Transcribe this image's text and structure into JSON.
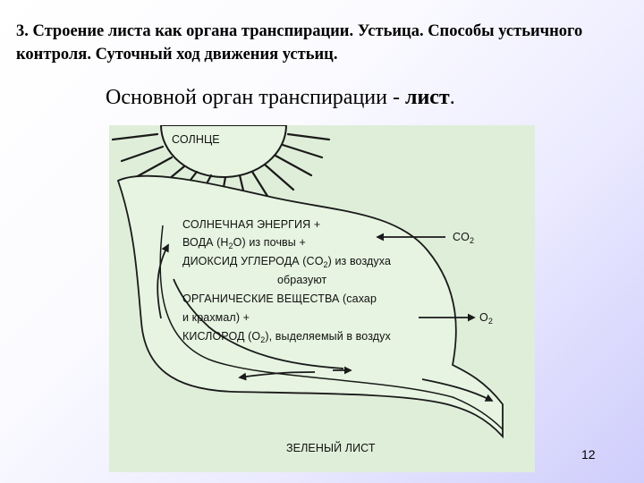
{
  "slide": {
    "heading": "3. Строение листа как органа транспирации. Устьица. Способы устьичного контроля. Суточный ход движения устьиц.",
    "subtitle_prefix": "Основной орган транспирации - ",
    "subtitle_bold": "лист",
    "subtitle_suffix": ".",
    "slide_number": "12"
  },
  "diagram": {
    "sun_label": "СОЛНЦЕ",
    "line1": "СОЛНЕЧНАЯ ЭНЕРГИЯ +",
    "line2_a": "ВОДА (H",
    "line2_sub": "2",
    "line2_b": "O) из почвы +",
    "line3_a": "ДИОКСИД УГЛЕРОДА (CO",
    "line3_sub": "2",
    "line3_b": ") из воздуха",
    "line4": "образуют",
    "line5": "ОРГАНИЧЕСКИЕ ВЕЩЕСТВА (сахар",
    "line6": "и крахмал) +",
    "line7_a": "КИСЛОРОД (O",
    "line7_sub": "2",
    "line7_b": "), выделяемый в воздух",
    "co2_a": "CO",
    "co2_sub": "2",
    "o2_a": "O",
    "o2_sub": "2",
    "leaf_label": "ЗЕЛЕНЫЙ ЛИСТ"
  },
  "colors": {
    "panel_bg": "#dfeed9",
    "leaf_fill": "#e6f4e1",
    "stroke": "#1a1a1a"
  }
}
